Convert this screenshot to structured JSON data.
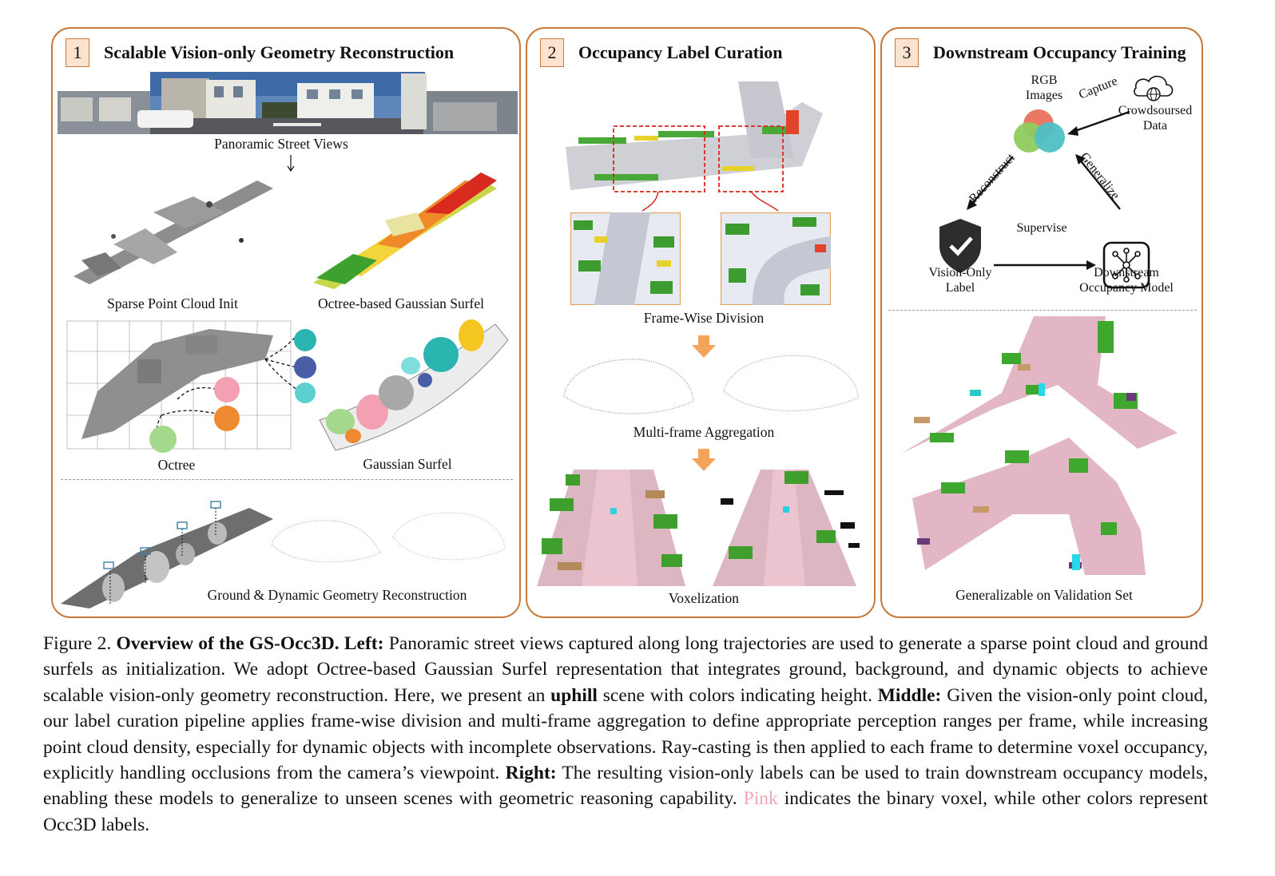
{
  "panels": [
    {
      "number": "1",
      "title": "Scalable Vision-only Geometry Reconstruction",
      "labels": {
        "panoramic": "Panoramic Street Views",
        "sparse": "Sparse Point Cloud Init",
        "octree_gs": "Octree-based Gaussian Surfel",
        "octree": "Octree",
        "gaussian_surfel": "Gaussian Surfel",
        "ground_dynamic": "Ground & Dynamic Geometry Reconstruction"
      }
    },
    {
      "number": "2",
      "title": "Occupancy Label Curation",
      "labels": {
        "frame_wise": "Frame-Wise Division",
        "multi_frame": "Multi-frame Aggregation",
        "voxelization": "Voxelization"
      }
    },
    {
      "number": "3",
      "title": "Downstream Occupancy Training",
      "labels": {
        "rgb_line1": "RGB",
        "rgb_line2": "Images",
        "crowd_line1": "Crowdsoursed",
        "crowd_line2": "Data",
        "capture": "Capture",
        "reconstruct": "Reconstruct",
        "generalize": "Generalize",
        "supervise": "Supervise",
        "vision_line1": "Vision-Only",
        "vision_line2": "Label",
        "downstream_line1": "Downstream",
        "downstream_line2": "Occupancy Model",
        "validation": "Generalizable on Validation Set"
      }
    }
  ],
  "caption": {
    "prefix": "Figure 2. ",
    "title_bold": "Overview of the GS-Occ3D.",
    "left_bold": "Left:",
    "left_text": " Panoramic street views captured along long trajectories are used to generate a sparse point cloud and ground surfels as initialization.  We adopt Octree-based Gaussian Surfel representation that integrates ground, background, and dynamic objects to achieve scalable vision-only geometry reconstruction.  Here, we present an ",
    "uphill_bold": "uphill",
    "uphill_text": " scene with colors indicating height. ",
    "middle_bold": "Middle:",
    "middle_text": " Given the vision-only point cloud, our label curation pipeline applies frame-wise division and multi-frame aggregation to define appropriate perception ranges per frame, while increasing point cloud density, especially for dynamic objects with incomplete observations.  Ray-casting is then applied to each frame to determine voxel occupancy, explicitly handling occlusions from the camera’s viewpoint. ",
    "right_bold": "Right:",
    "right_text": " The resulting vision-only labels can be used to train downstream occupancy models, enabling these models to generalize to unseen scenes with geometric reasoning capability. ",
    "pink_word": "Pink",
    "pink_rest": " indicates the binary voxel, while other colors represent Occ3D labels."
  },
  "colors": {
    "panel_border": "#c7793a",
    "number_fill": "#fbe3cf",
    "arrow_orange": "#f5a25a",
    "pink_voxel": "#f4a6b6",
    "dashed_red": "#d9261c"
  }
}
